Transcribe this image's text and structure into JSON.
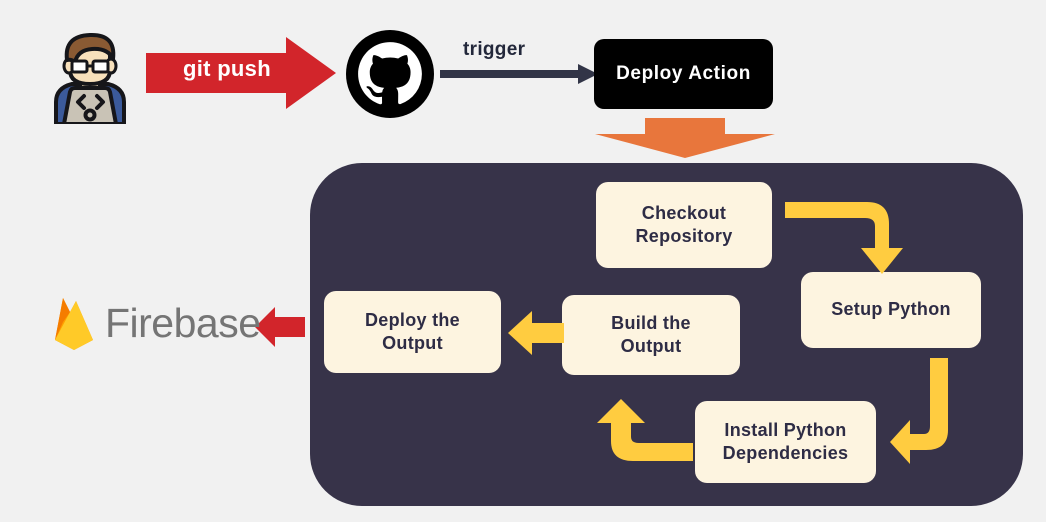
{
  "diagram": {
    "title": "GitHub Actions deploy workflow to Firebase",
    "background_color": "#f1f1f1",
    "panel_color": "#373349",
    "box_color": "#fdf4e0",
    "box_text_color": "#2e2c45",
    "accent_yellow": "#ffcc40",
    "accent_red": "#d2252b",
    "accent_orange": "#e8763c",
    "dark_arrow_color": "#323547"
  },
  "actors": {
    "developer": {
      "icon": "developer-laptop-icon",
      "hair_color": "#8a5a33",
      "skin_color": "#f7e0bb",
      "laptop_color": "#c9c3b6",
      "shirt_color": "#3b5a9b",
      "code_symbol": "</>"
    },
    "github": {
      "icon": "github-octocat-icon",
      "color": "#000000"
    },
    "firebase": {
      "icon": "firebase-flame-icon",
      "label": "Firebase",
      "text_color": "#757575",
      "flame_colors": [
        "#ffa000",
        "#f57c00",
        "#ffca28"
      ]
    }
  },
  "flow": {
    "git_push_label": "git push",
    "trigger_label": "trigger",
    "deploy_action_label": "Deploy Action"
  },
  "steps": [
    {
      "id": "checkout",
      "label": "Checkout\nRepository",
      "line1": "Checkout",
      "line2": "Repository"
    },
    {
      "id": "setup",
      "label": "Setup Python",
      "line1": "Setup Python",
      "line2": ""
    },
    {
      "id": "install",
      "label": "Install Python\nDependencies",
      "line1": "Install Python",
      "line2": "Dependencies"
    },
    {
      "id": "build",
      "label": "Build the\nOutput",
      "line1": "Build the",
      "line2": "Output"
    },
    {
      "id": "deploy",
      "label": "Deploy the\nOutput",
      "line1": "Deploy the",
      "line2": "Output"
    }
  ],
  "arrows": [
    {
      "name": "git-push-arrow",
      "from": "developer",
      "to": "github",
      "color": "#d2252b",
      "label": "git push"
    },
    {
      "name": "trigger-arrow",
      "from": "github",
      "to": "deploy-action",
      "color": "#323547",
      "label": "trigger"
    },
    {
      "name": "deploy-action-down-arrow",
      "from": "deploy-action",
      "to": "workflow-panel",
      "color": "#e8763c",
      "label": ""
    },
    {
      "name": "checkout-to-setup-arrow",
      "from": "checkout",
      "to": "setup",
      "color": "#ffcc40",
      "label": ""
    },
    {
      "name": "setup-to-install-arrow",
      "from": "setup",
      "to": "install",
      "color": "#ffcc40",
      "label": ""
    },
    {
      "name": "install-to-build-arrow",
      "from": "install",
      "to": "build",
      "color": "#ffcc40",
      "label": ""
    },
    {
      "name": "build-to-deploy-arrow",
      "from": "build",
      "to": "deploy",
      "color": "#ffcc40",
      "label": ""
    },
    {
      "name": "deploy-to-firebase-arrow",
      "from": "deploy",
      "to": "firebase",
      "color": "#d2252b",
      "label": ""
    }
  ]
}
